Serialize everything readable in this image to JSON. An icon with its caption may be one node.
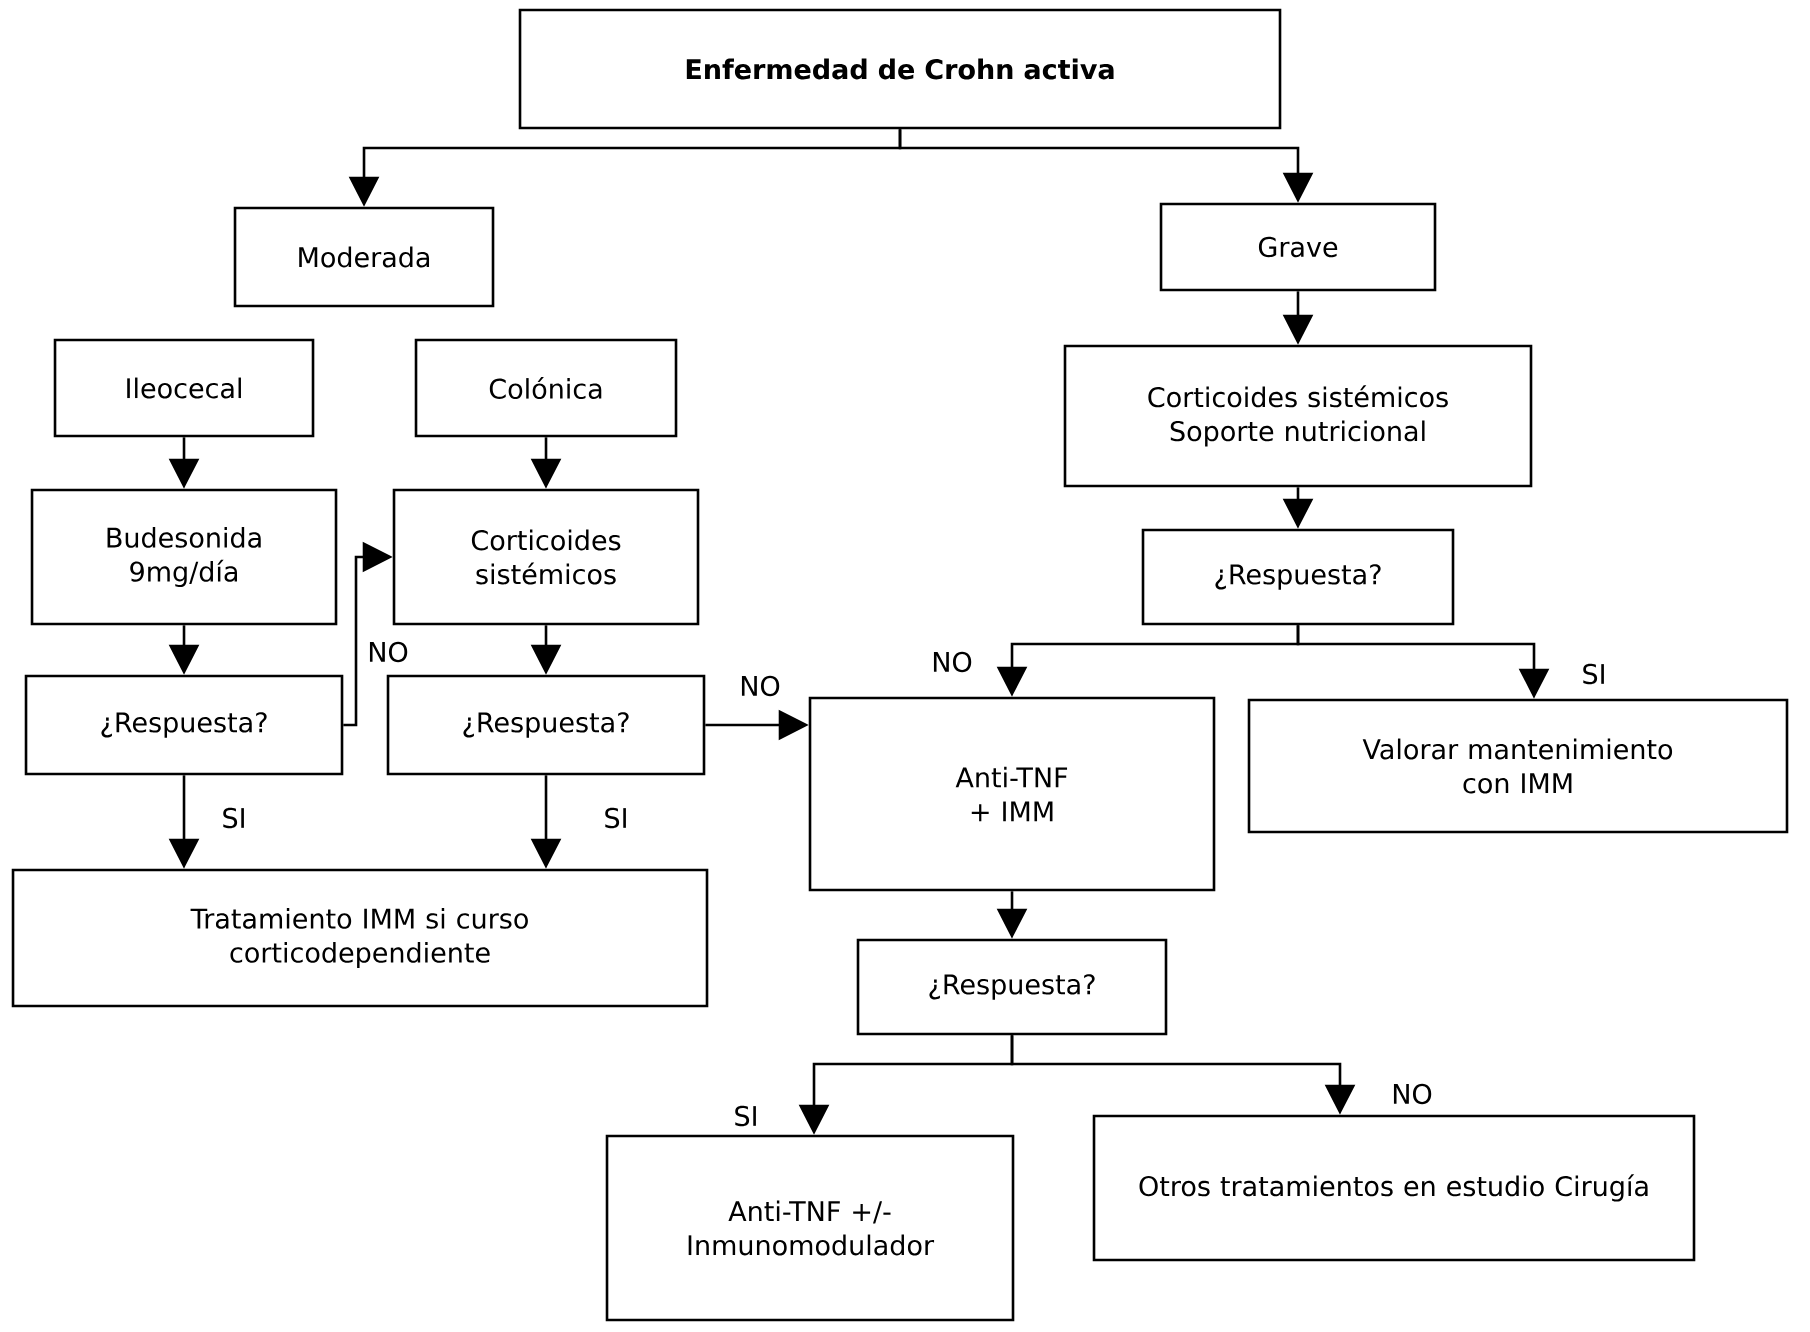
{
  "diagram": {
    "nodes": [
      {
        "text": [
          "**Enfermedad de Crohn activa**"
        ]
      },
      {
        "text": [
          "Moderada"
        ]
      },
      {
        "text": [
          "Grave"
        ]
      },
      {
        "text": [
          "Ileocecal"
        ]
      },
      {
        "text": [
          "Colónica"
        ]
      },
      {
        "text": [
          "Corticoides sistémicos Soporte nutricional"
        ]
      },
      {
        "text": [
          "Budesonida 9mg/día"
        ]
      },
      {
        "text": [
          "Corticoides sistémicos"
        ]
      },
      {
        "text": [
          "¿Respuesta?"
        ]
      },
      {
        "text": [
          "¿Respuesta?"
        ]
      },
      {
        "text": [
          "¿Respuesta?"
        ]
      },
      {
        "text": [
          "Anti-TNF + IMM"
        ]
      },
      {
        "text": [
          "Valorar mantenimiento con IMM"
        ]
      },
      {
        "text": [
          "Tratamiento IMM si curso corticodependiente"
        ]
      },
      {
        "text": [
          "¿Respuesta?"
        ]
      },
      {
        "text": [
          "Anti-TNF +/- Inmunomodulador"
        ]
      },
      {
        "text": [
          "Otros tratamientos en estudio Cirugía"
        ]
      }
    ],
    "edges": [
      {
        "from": 0,
        "to": 1,
        "arrow": "to"
      },
      {
        "from": 0,
        "to": 2,
        "arrow": "to"
      },
      {
        "from": 3,
        "to": 6,
        "arrow": "to"
      },
      {
        "from": 4,
        "to": 7,
        "arrow": "to"
      },
      {
        "from": 6,
        "to": 9,
        "arrow": "to"
      },
      {
        "from": 7,
        "to": 10,
        "arrow": "to"
      },
      {
        "from": 9,
        "to": 7,
        "arrow": "to",
        "label": "NO"
      },
      {
        "from": 9,
        "to": 13,
        "arrow": "to",
        "label": "SI"
      },
      {
        "from": 10,
        "to": 13,
        "arrow": "to",
        "label": "SI"
      },
      {
        "from": 10,
        "to": 11,
        "arrow": "to",
        "label": "NO"
      },
      {
        "from": 2,
        "to": 5,
        "arrow": "to"
      },
      {
        "from": 5,
        "to": 8,
        "arrow": "to"
      },
      {
        "from": 8,
        "to": 11,
        "arrow": "to",
        "label": "NO"
      },
      {
        "from": 8,
        "to": 12,
        "arrow": "to",
        "label": "SI"
      },
      {
        "from": 11,
        "to": 14,
        "arrow": "to"
      },
      {
        "from": 14,
        "to": 15,
        "arrow": "to",
        "label": "SI"
      },
      {
        "from": 14,
        "to": 16,
        "arrow": "to",
        "label": "NO"
      }
    ]
  }
}
